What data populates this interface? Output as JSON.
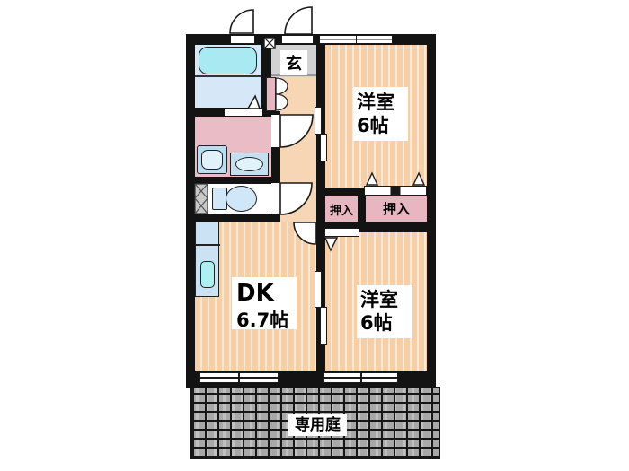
{
  "floorplan": {
    "entrance": {
      "label": "玄"
    },
    "rooms": {
      "western_top": {
        "label": "洋室",
        "size": "6帖"
      },
      "western_bottom": {
        "label": "洋室",
        "size": "6帖"
      },
      "dining_kitchen": {
        "label": "DK",
        "size": "6.7帖"
      },
      "closet_left": {
        "label": "押入"
      },
      "closet_right": {
        "label": "押入"
      },
      "garden": {
        "label": "専用庭"
      }
    },
    "fixtures": [
      "bathtub",
      "washbasin",
      "washing-machine-pan",
      "toilet",
      "kitchen-sink",
      "pipe-space",
      "vent",
      "entrance-door",
      "service-door"
    ],
    "colors": {
      "wall": "#131313",
      "room_stripe_base": "#f6cfa9",
      "room_stripe_light": "#fde8d4",
      "hallway": "#f6d6b4",
      "closet_pink": "#e7b6c1",
      "bathroom_blue": "#d6e7f7",
      "bathtub_cyan": "#a9e9f1",
      "fixture_blue": "#cfe7f8",
      "counter_blue": "#cbe2f5",
      "sink_cyan": "#aeeff1",
      "genkan_gray": "#d2d2d2",
      "garden_gray": "#a8a8a8"
    }
  }
}
